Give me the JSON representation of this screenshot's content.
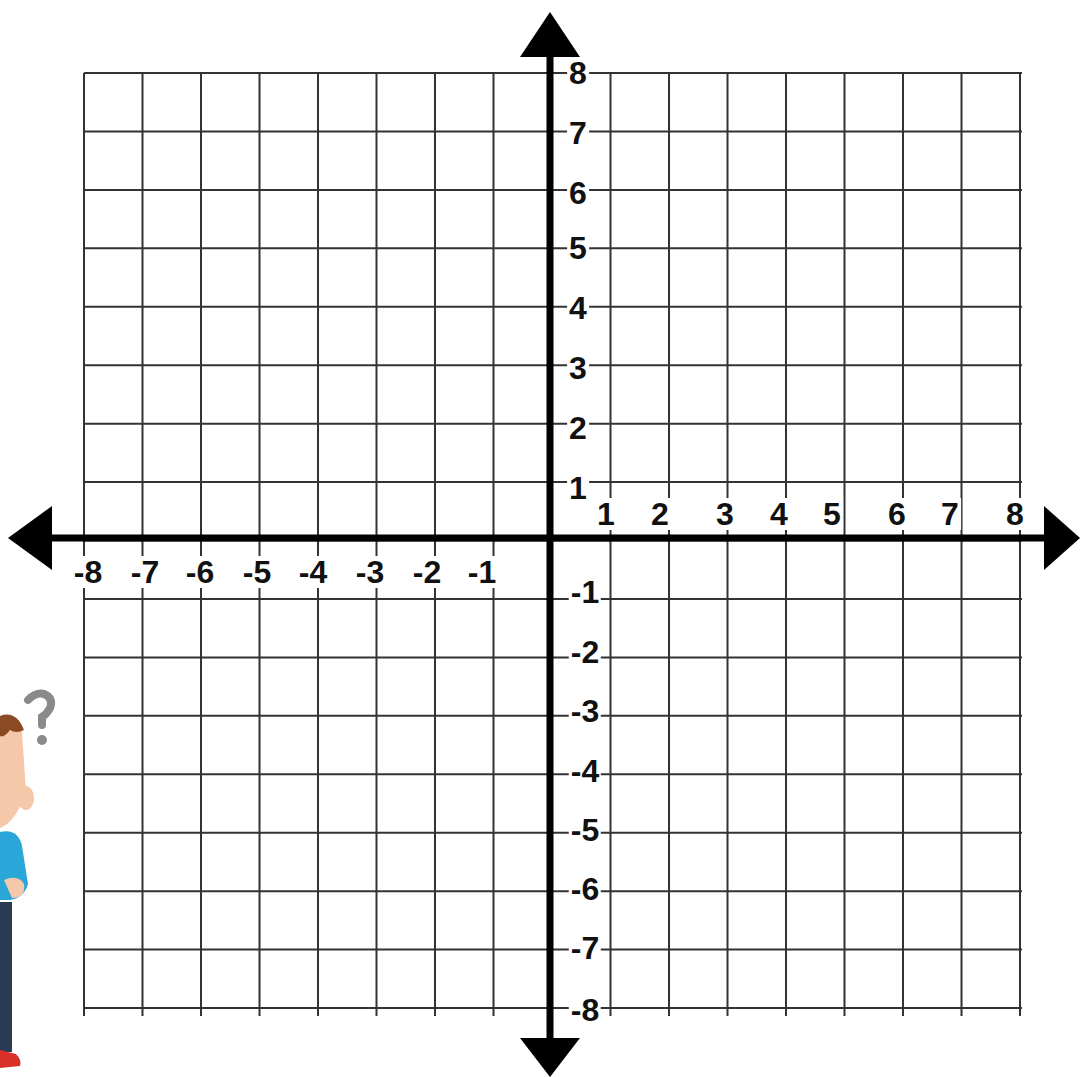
{
  "diagram": {
    "labels": [
      "8",
      "7",
      "6",
      "5",
      "4",
      "3",
      "2",
      "1",
      "1",
      "2",
      "3",
      "4",
      "5",
      "6",
      "7",
      "8",
      "-8",
      "-7",
      "-6",
      "-5",
      "-4",
      "-3",
      "-2",
      "-1",
      "-1",
      "-2",
      "-3",
      "-4",
      "-5",
      "-6",
      "-7",
      "-8"
    ]
  }
}
